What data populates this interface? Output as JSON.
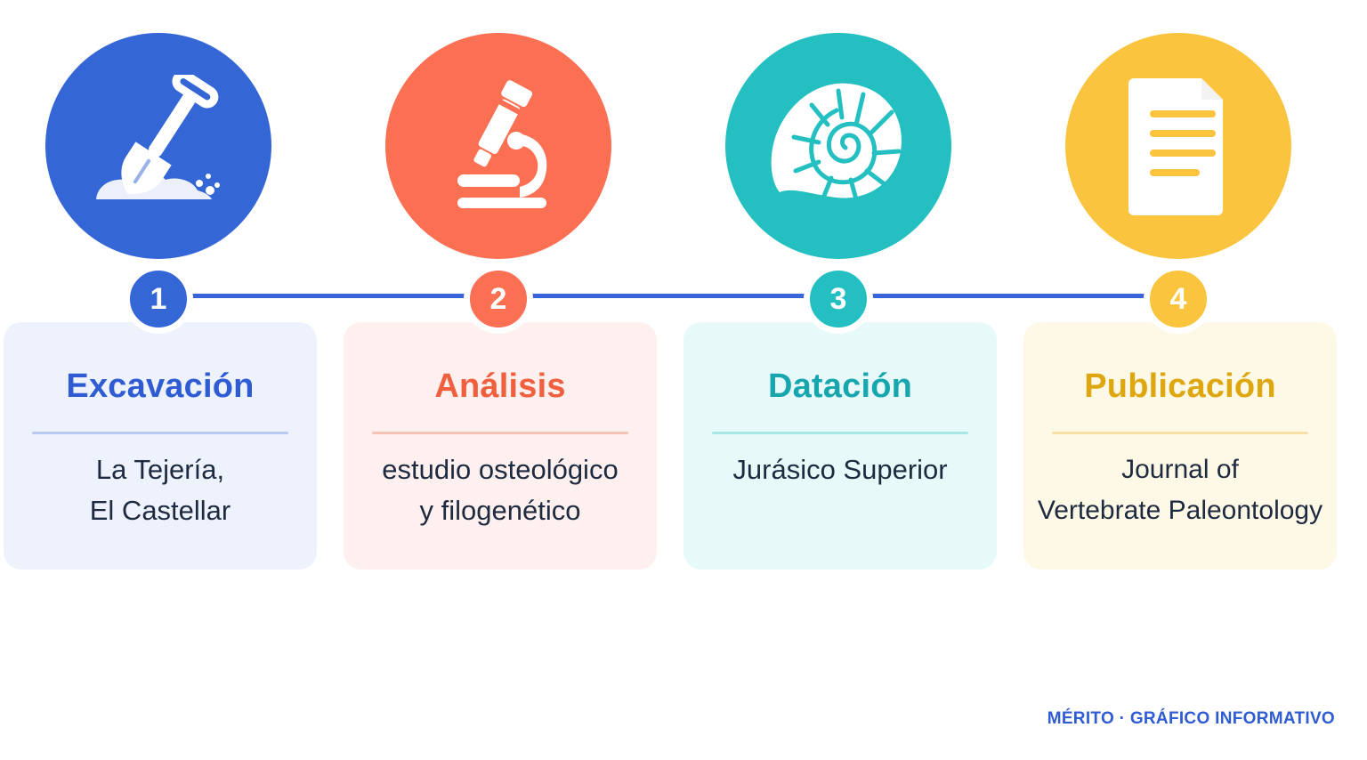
{
  "steps": [
    {
      "number": "1",
      "title": "Excavación",
      "description": "La Tejería,\nEl Castellar",
      "icon": "shovel-icon",
      "colors": {
        "accent": "#3566d6",
        "title": "#2f5bd3",
        "card": "#edf2fd",
        "divider": "#b7c9f1"
      }
    },
    {
      "number": "2",
      "title": "Análisis",
      "description": "estudio osteológico\ny filogenético",
      "icon": "microscope-icon",
      "colors": {
        "accent": "#fb6f52",
        "title": "#f0603f",
        "card": "#fdf0ee",
        "divider": "#f6c3b7"
      }
    },
    {
      "number": "3",
      "title": "Datación",
      "description": "Jurásico Superior",
      "icon": "ammonite-icon",
      "colors": {
        "accent": "#24bfc1",
        "title": "#17a6ad",
        "card": "#e8f9fa",
        "divider": "#a9e6e8"
      }
    },
    {
      "number": "4",
      "title": "Publicación",
      "description": "Journal of\nVertebrate Paleontology",
      "icon": "document-icon",
      "colors": {
        "accent": "#fbc43e",
        "title": "#dfa70f",
        "card": "#fef8e6",
        "divider": "#f6e0a3"
      }
    }
  ],
  "footer": "MÉRITO · GRÁFICO INFORMATIVO",
  "line_color": "#3a63d8"
}
